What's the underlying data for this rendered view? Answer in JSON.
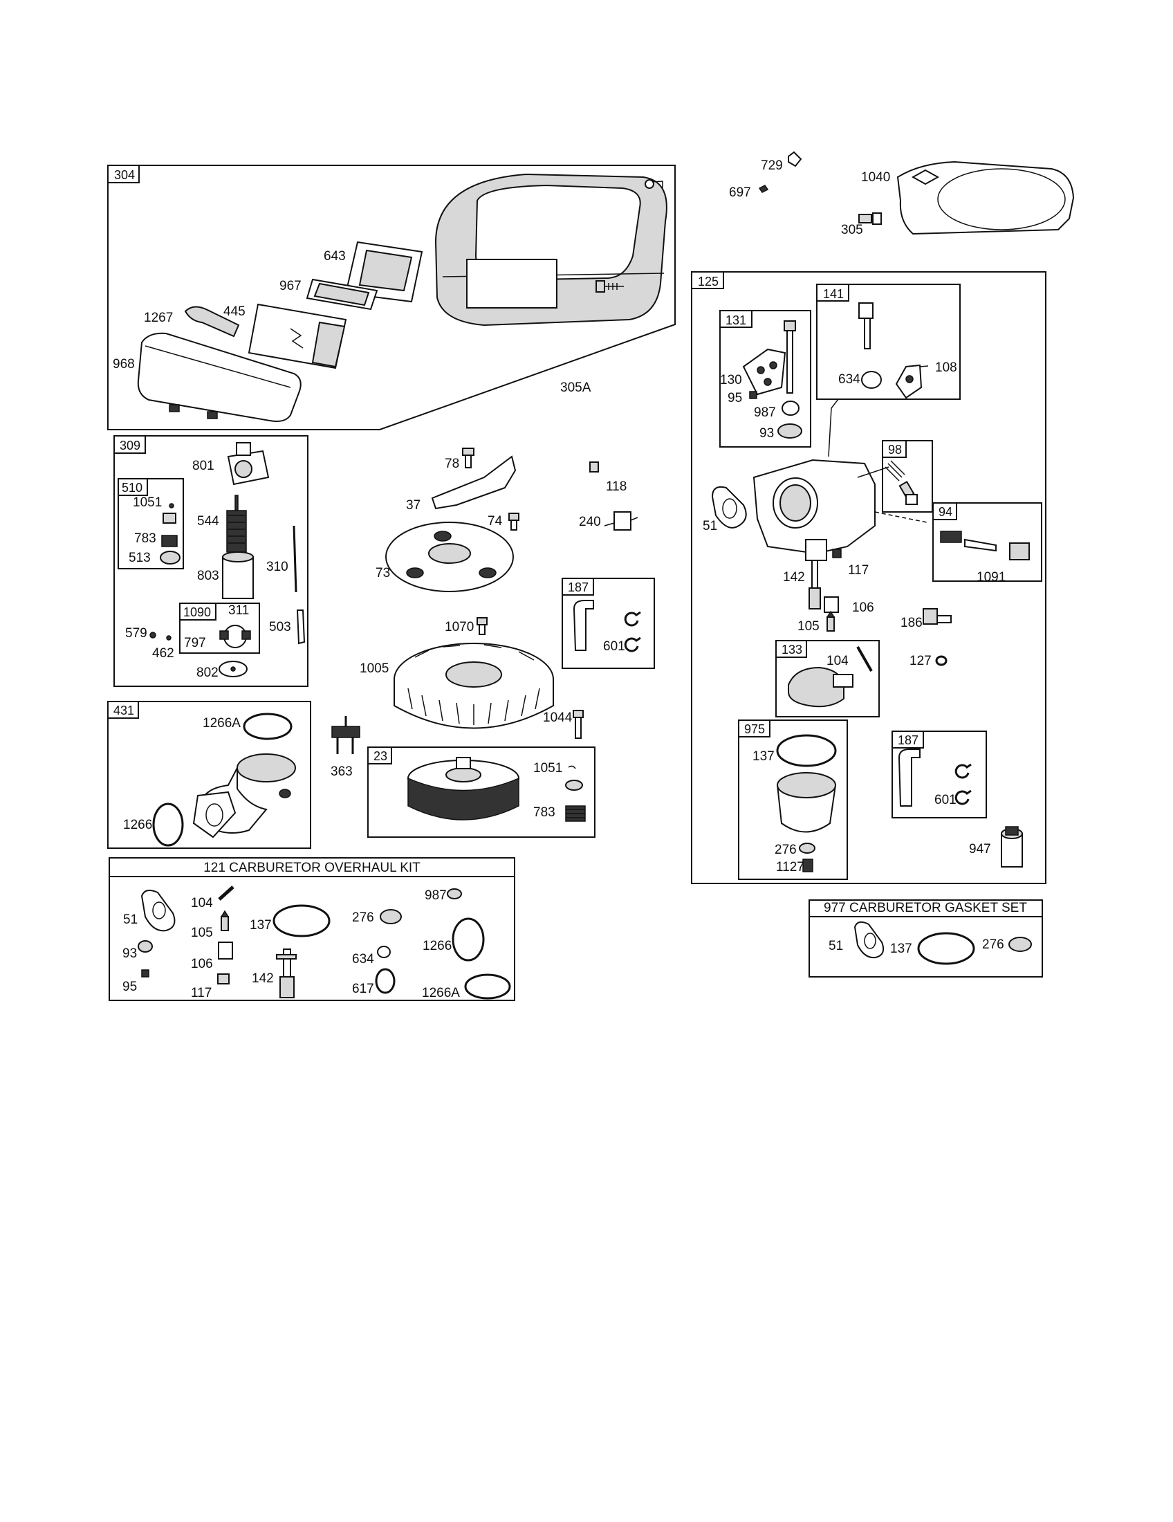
{
  "boxes": {
    "b304": "304",
    "b309": "309",
    "b510": "510",
    "b1090": "1090",
    "b431": "431",
    "b23": "23",
    "b187a": "187",
    "b125": "125",
    "b131": "131",
    "b141": "141",
    "b98": "98",
    "b94": "94",
    "b133": "133",
    "b975": "975",
    "b187b": "187"
  },
  "kits": {
    "overhaul_title": "121 CARBURETOR OVERHAUL KIT",
    "gasket_title": "977 CARBURETOR GASKET SET"
  },
  "labels": {
    "l643": "643",
    "l967": "967",
    "l1267": "1267",
    "l445": "445",
    "l968": "968",
    "l305A": "305A",
    "l729": "729",
    "l697": "697",
    "l1040": "1040",
    "l305": "305",
    "l801": "801",
    "l1051a": "1051",
    "l783a": "783",
    "l513": "513",
    "l544": "544",
    "l803": "803",
    "l310": "310",
    "l311": "311",
    "l797": "797",
    "l579": "579",
    "l462": "462",
    "l503": "503",
    "l802": "802",
    "l78": "78",
    "l37": "37",
    "l74": "74",
    "l73": "73",
    "l118": "118",
    "l240": "240",
    "l1070": "1070",
    "l1005": "1005",
    "l1044": "1044",
    "l363": "363",
    "l1051b": "1051",
    "l783b": "783",
    "l601a": "601",
    "l1266A": "1266A",
    "l1266": "1266",
    "l130": "130",
    "l95": "95",
    "l987": "987",
    "l93": "93",
    "l634": "634",
    "l108": "108",
    "l51": "51",
    "l117": "117",
    "l142": "142",
    "l106": "106",
    "l105": "105",
    "l1091": "1091",
    "l186": "186",
    "l127": "127",
    "l104": "104",
    "l137": "137",
    "l276": "276",
    "l1127": "1127",
    "l601b": "601",
    "l947": "947",
    "k51": "51",
    "k104": "104",
    "k105": "105",
    "k93": "93",
    "k106": "106",
    "k95": "95",
    "k117": "117",
    "k137": "137",
    "k142": "142",
    "k276": "276",
    "k634": "634",
    "k617": "617",
    "k987": "987",
    "k1266": "1266",
    "k1266A": "1266A",
    "g51": "51",
    "g137": "137",
    "g276": "276"
  },
  "colors": {
    "line": "#111111",
    "background": "#ffffff",
    "shade": "#d8d8d8"
  }
}
